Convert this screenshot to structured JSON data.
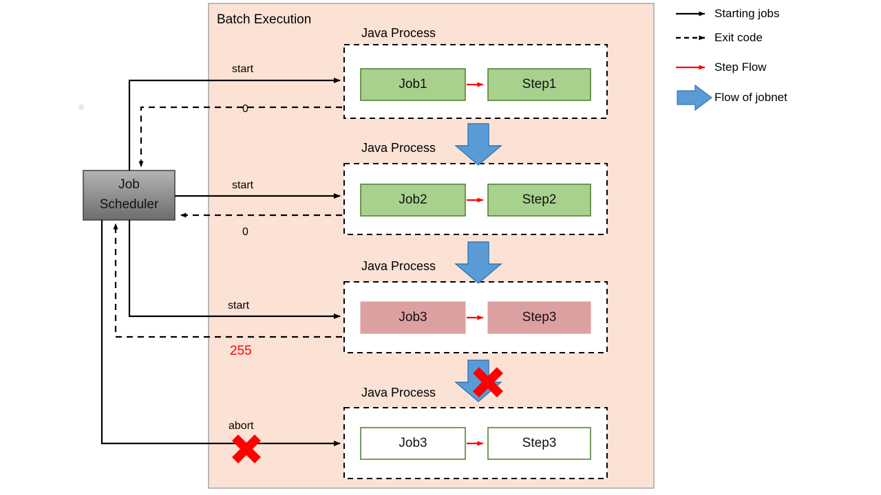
{
  "diagram": {
    "panel": {
      "title": "Batch Execution",
      "fill": "#fbe2d5",
      "border": "#a6a6a6"
    },
    "scheduler": {
      "line1": "Job",
      "line2": "Scheduler",
      "fill_top": "#b0b0b0",
      "fill_bottom": "#6e6e6e",
      "border": "#3f3f3f"
    },
    "process_label": "Java Process",
    "rows": [
      {
        "id": "row1",
        "process_label": "Java Process",
        "job": "Job1",
        "step": "Step1",
        "state": "success",
        "box_fill": "#a9d18e",
        "box_border": "#548235",
        "start_label": "start",
        "exit_label": "0",
        "exit_color": "#000000"
      },
      {
        "id": "row2",
        "process_label": "Java Process",
        "job": "Job2",
        "step": "Step2",
        "state": "success",
        "box_fill": "#a9d18e",
        "box_border": "#548235",
        "start_label": "start",
        "exit_label": "0",
        "exit_color": "#000000"
      },
      {
        "id": "row3",
        "process_label": "Java Process",
        "job": "Job3",
        "step": "Step3",
        "state": "failed",
        "box_fill": "#dda0a0",
        "box_border": "#dda0a0",
        "start_label": "start",
        "exit_label": "255",
        "exit_color": "#ff0000"
      },
      {
        "id": "row4",
        "process_label": "Java Process",
        "job": "Job3",
        "step": "Step3",
        "state": "aborted",
        "box_fill": "#ffffff",
        "box_border": "#548235",
        "start_label": "abort",
        "exit_label": "",
        "exit_color": "#000000"
      }
    ],
    "legend": [
      {
        "key": "starting-jobs",
        "label": "Starting jobs",
        "type": "solid-arrow",
        "color": "#000000"
      },
      {
        "key": "exit-code",
        "label": "Exit code",
        "type": "dashed-arrow",
        "color": "#000000"
      },
      {
        "key": "step-flow",
        "label": "Step Flow",
        "type": "solid-arrow",
        "color": "#ff0000"
      },
      {
        "key": "flow-of-jobnet",
        "label": "Flow of jobnet",
        "type": "block-arrow",
        "color": "#5b9bd5"
      }
    ],
    "colors": {
      "jobnet_arrow_fill": "#5b9bd5",
      "jobnet_arrow_stroke": "#2e75b6",
      "step_arrow": "#ff0000",
      "cross": "#ff0000"
    },
    "markers": [
      {
        "key": "jobnet-blocked-cross",
        "note": "X on jobnet arrow between row3 and row4"
      },
      {
        "key": "abort-cross",
        "note": "X on abort arrow"
      }
    ]
  }
}
